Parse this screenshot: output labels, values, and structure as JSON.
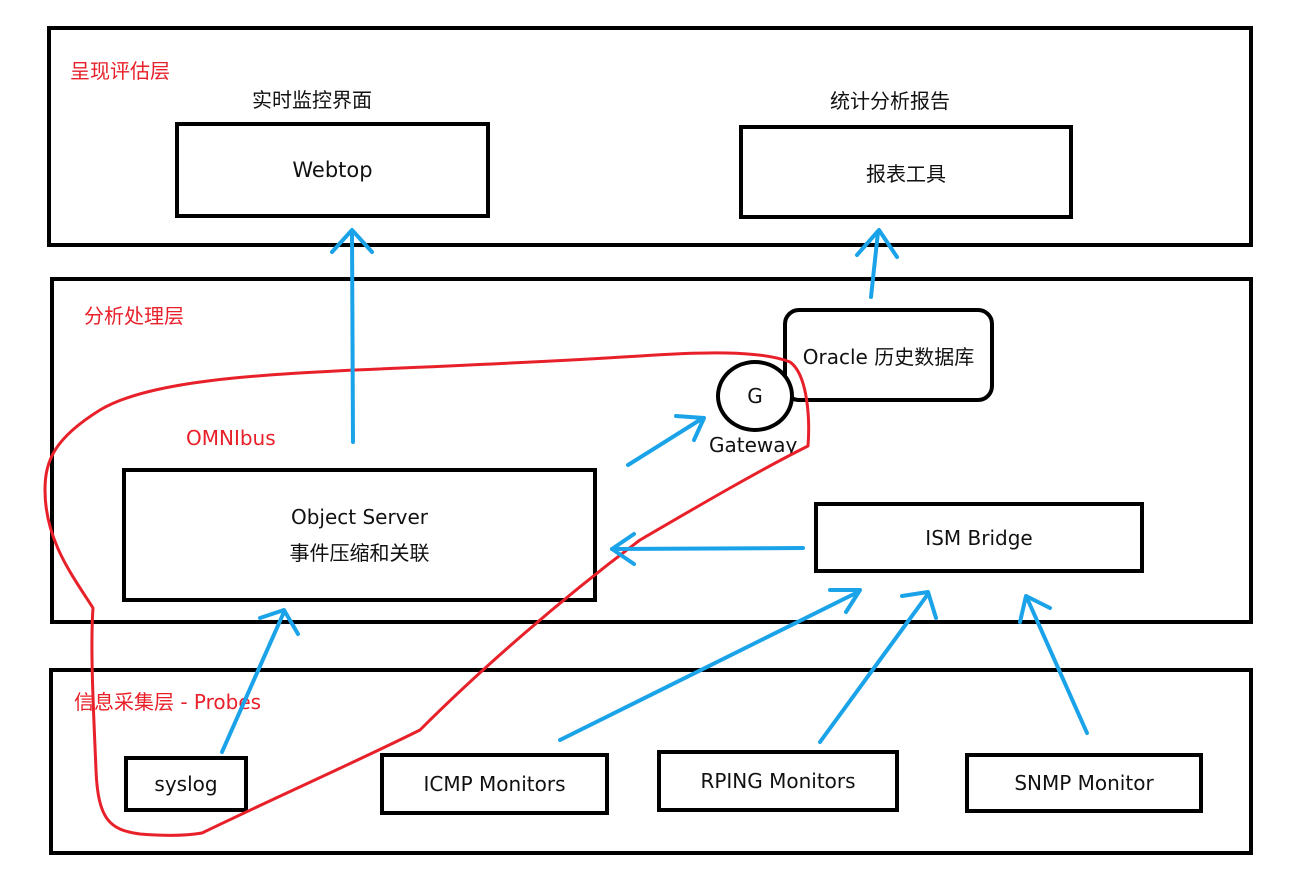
{
  "layers": {
    "presentation": {
      "label": "呈现评估层",
      "monitor_caption": "实时监控界面",
      "webtop": "Webtop",
      "stats_caption": "统计分析报告",
      "report_tool": "报表工具"
    },
    "analysis": {
      "label": "分析处理层",
      "omnibus": "OMNIbus",
      "object_server_line1": "Object Server",
      "object_server_line2": "事件压缩和关联",
      "oracle": "Oracle 历史数据库",
      "gateway_letter": "G",
      "gateway_label": "Gateway",
      "ism_bridge": "ISM Bridge"
    },
    "collection": {
      "label": "信息采集层 - Probes",
      "syslog": "syslog",
      "icmp": "ICMP Monitors",
      "rping": "RPING Monitors",
      "snmp": "SNMP Monitor"
    }
  },
  "colors": {
    "arrow": "#1aa3e8",
    "highlight": "#e8202a",
    "layer_label": "#e8202a",
    "border": "#000000"
  }
}
